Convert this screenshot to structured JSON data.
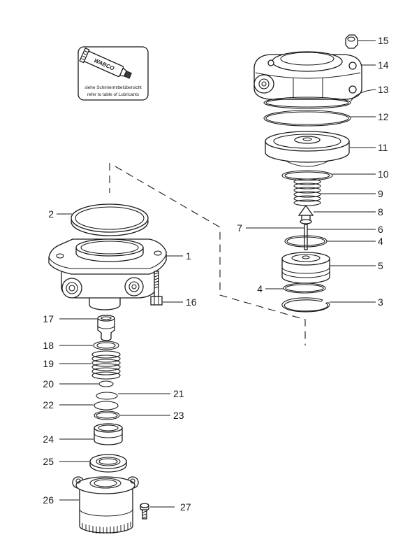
{
  "lubricant_note": {
    "brand": "WABCO",
    "line1": "siehe Schmiermittelübersicht",
    "line2": "refer to table of Lubricants"
  },
  "callouts": [
    "15",
    "14",
    "13",
    "12",
    "11",
    "10",
    "9",
    "8",
    "7",
    "6",
    "4",
    "5",
    "4",
    "3",
    "2",
    "1",
    "16",
    "17",
    "18",
    "19",
    "20",
    "21",
    "22",
    "23",
    "24",
    "25",
    "26",
    "27"
  ],
  "colors": {
    "ink": "#1a1a1a",
    "paper": "#ffffff"
  }
}
